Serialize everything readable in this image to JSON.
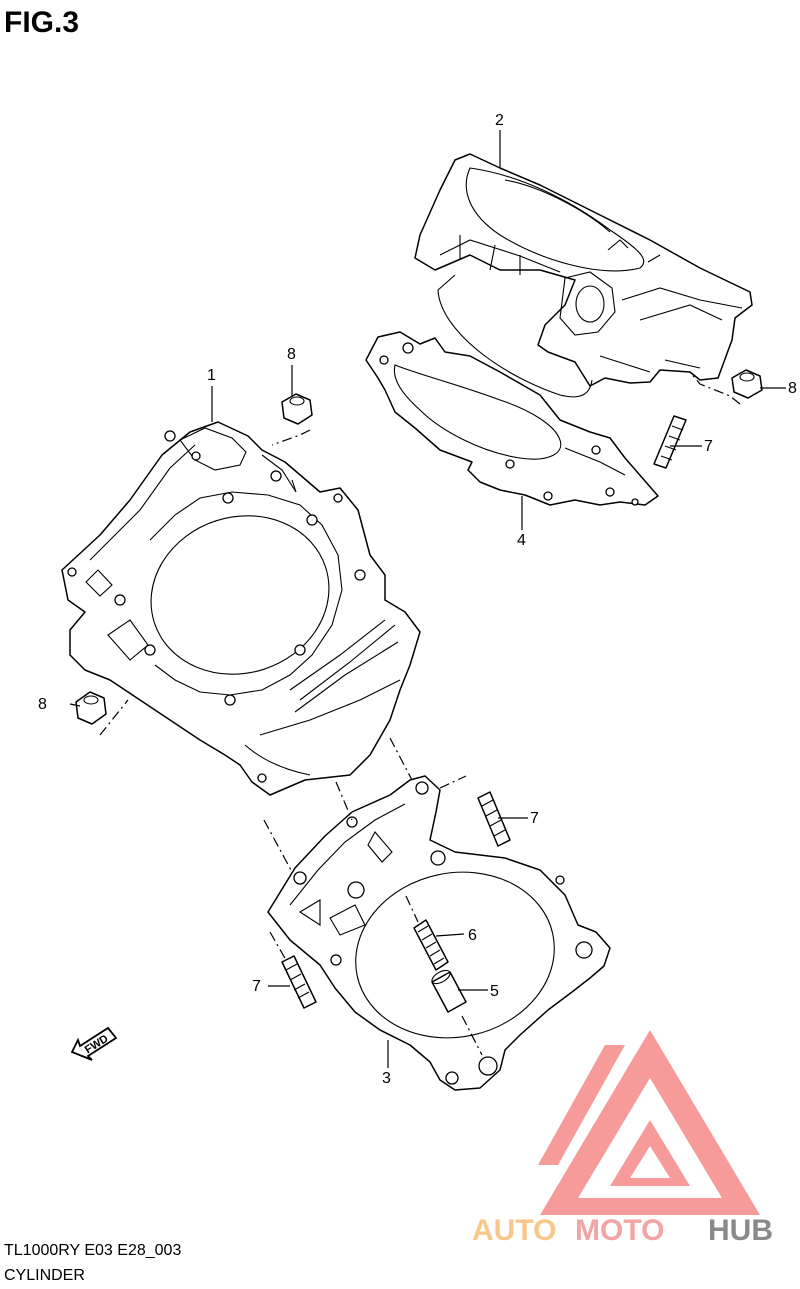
{
  "figure": {
    "title": "FIG.3"
  },
  "callouts": [
    {
      "id": "c1",
      "label": "1"
    },
    {
      "id": "c2",
      "label": "2"
    },
    {
      "id": "c3",
      "label": "3"
    },
    {
      "id": "c4",
      "label": "4"
    },
    {
      "id": "c5",
      "label": "5"
    },
    {
      "id": "c6",
      "label": "6"
    },
    {
      "id": "c7a",
      "label": "7"
    },
    {
      "id": "c7b",
      "label": "7"
    },
    {
      "id": "c7c",
      "label": "7"
    },
    {
      "id": "c8a",
      "label": "8"
    },
    {
      "id": "c8b",
      "label": "8"
    },
    {
      "id": "c8c",
      "label": "8"
    }
  ],
  "direction_marker": {
    "label": "FWD",
    "icon": "fwd-arrow-icon"
  },
  "footer": {
    "model_code": "TL1000RY E03 E28_003",
    "caption": "CYLINDER"
  },
  "watermark": {
    "logo": "automotohub-logo",
    "word_auto": "AUTO",
    "word_moto": "MOTO",
    "word_hub": "HUB",
    "colors": {
      "triangle": "#f79a9a",
      "auto": "#f8c789",
      "moto": "#f3a4a4",
      "hub": "#8a8a8a"
    }
  }
}
